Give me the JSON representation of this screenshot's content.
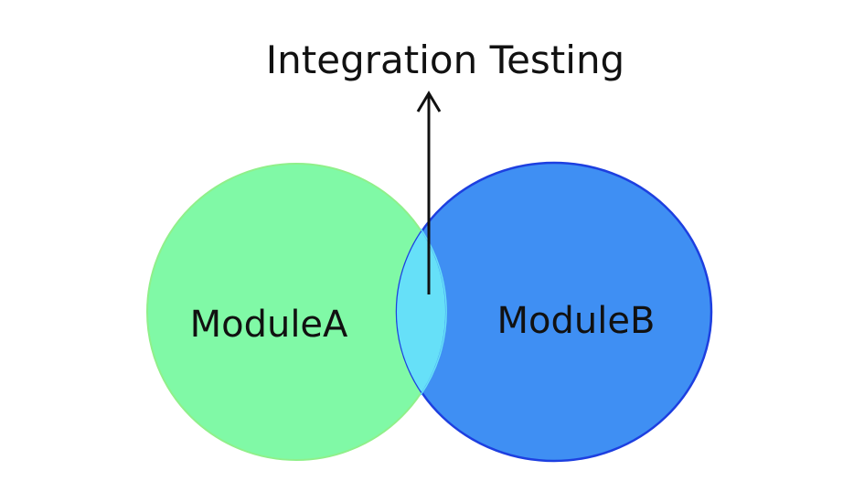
{
  "annotation": {
    "text": "Integration Testing"
  },
  "modules": [
    {
      "label": "ModuleA",
      "fill": "#80f9a6",
      "stroke": "#8ff08a"
    },
    {
      "label": "ModuleB",
      "fill": "#3f8ff3",
      "stroke": "#1d3fe0"
    }
  ],
  "overlap": {
    "fill": "#66e0f8"
  },
  "arrow": {
    "color": "#111111"
  }
}
